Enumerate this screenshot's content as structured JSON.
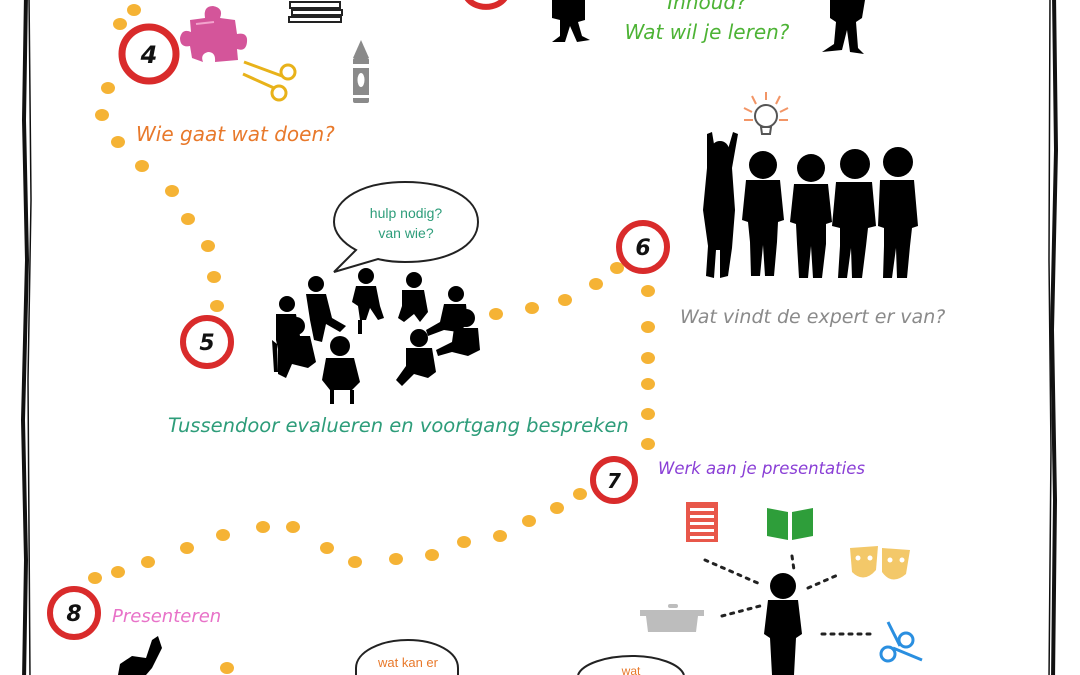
{
  "labels": {
    "inhoud": "Inhoud?",
    "wat_wil_je_leren": "Wat wil je leren?",
    "wie_gaat_wat_doen": "Wie gaat wat doen?",
    "hulp_line1": "hulp nodig?",
    "hulp_line2": "van wie?",
    "expert": "Wat vindt de expert er van?",
    "tussendoor": "Tussendoor evalueren en voortgang bespreken",
    "werk": "Werk aan je presentaties",
    "presenteren": "Presenteren",
    "wat_kan_er": "wat kan er",
    "wat": "wat"
  },
  "steps": [
    {
      "number": "4"
    },
    {
      "number": "5"
    },
    {
      "number": "6"
    },
    {
      "number": "7"
    },
    {
      "number": "8"
    }
  ],
  "colors": {
    "wie_gaat_wat_doen": "#e8792b",
    "wat_wil_je_leren": "#4db335",
    "tussendoor": "#2e9d7a",
    "expert": "#8a8a8a",
    "werk": "#8a3fd6",
    "presenteren": "#e872c8",
    "path_dots": "#f5b335",
    "badge_ring": "#d92b2b",
    "puzzle": "#d4559a",
    "scissors_yellow": "#e8b21a",
    "scissors_blue": "#2a8fe0",
    "book_green": "#2e9e3a",
    "document_red": "#e8574a",
    "masks": "#f3c869",
    "bulb": "#f29566",
    "silhouette": "#000000"
  },
  "icons": [
    "puzzle-icon",
    "scissors-icon",
    "crayon-icon",
    "books-icon",
    "lightbulb-icon",
    "document-icon",
    "open-book-icon",
    "theater-masks-icon",
    "cooking-pot-icon"
  ]
}
